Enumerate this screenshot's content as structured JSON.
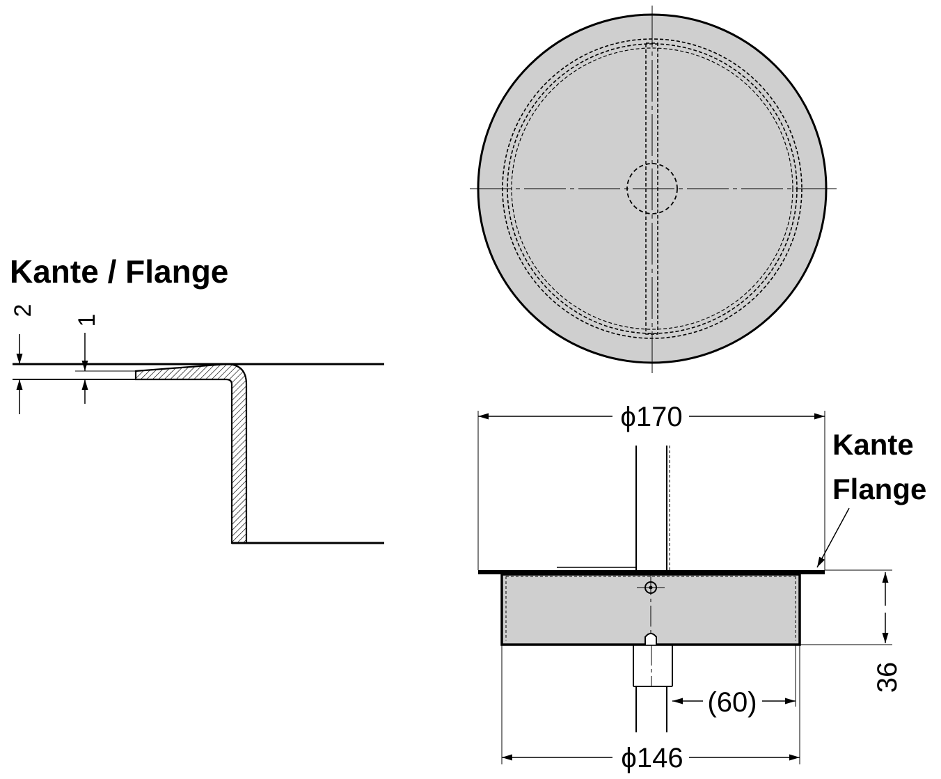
{
  "section_view": {
    "title": "Kante / Flange",
    "dim_top": "2",
    "dim_flange": "1"
  },
  "side_view": {
    "dim_outer_diameter": "ϕ170",
    "dim_inner_diameter": "ϕ146",
    "dim_height": "36",
    "dim_offset": "(60)",
    "flange_label_line1": "Kante",
    "flange_label_line2": "Flange"
  },
  "colors": {
    "fill_grey": "#cfcfcf",
    "line": "#000000"
  }
}
